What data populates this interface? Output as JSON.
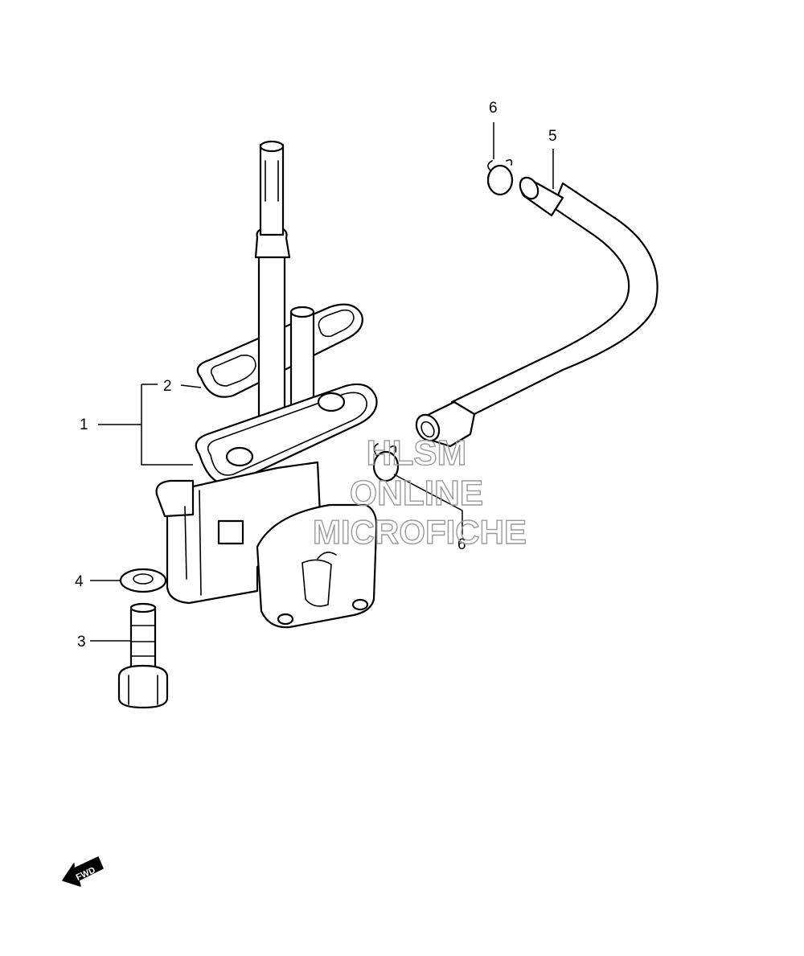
{
  "callouts": {
    "c1": "1",
    "c2": "2",
    "c3": "3",
    "c4": "4",
    "c5": "5",
    "c6_top": "6",
    "c6_mid": "6"
  },
  "watermark": {
    "line1": "HLSM",
    "line2": "ONLINE",
    "line3": "MICROFICHE"
  },
  "fwd_label": "FWD"
}
